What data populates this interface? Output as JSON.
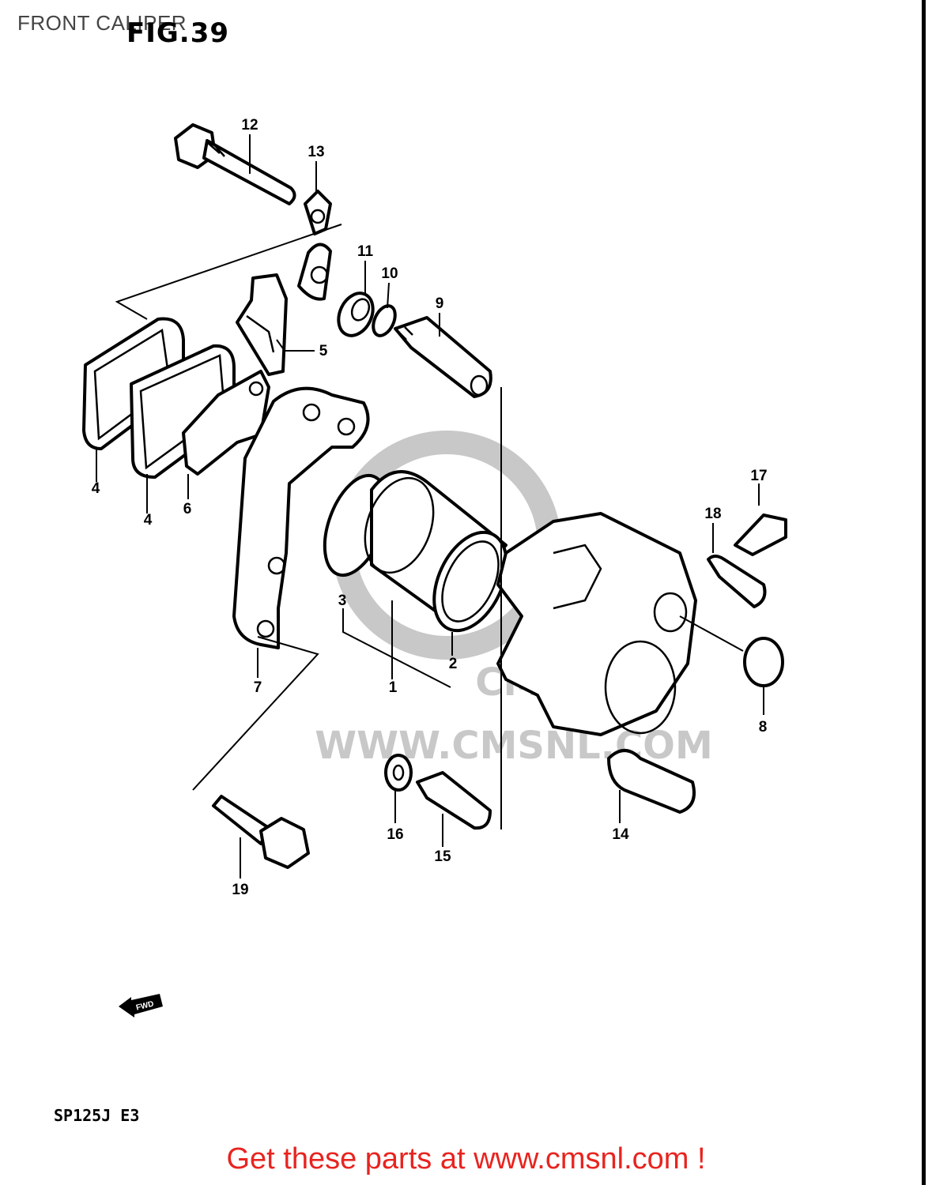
{
  "header": {
    "title": "FRONT CALIPER",
    "figure": "FIG.39"
  },
  "model_code": "SP125J E3",
  "footer_link": "Get these parts at www.cmsnl.com !",
  "watermark": {
    "text": "WWW.CMSNL.COM",
    "brand": "CMS"
  },
  "direction_marker": "FWD",
  "callouts": [
    "1",
    "2",
    "3",
    "4",
    "4",
    "5",
    "6",
    "7",
    "8",
    "9",
    "10",
    "11",
    "12",
    "13",
    "14",
    "15",
    "16",
    "17",
    "18",
    "19"
  ],
  "colors": {
    "footer_text": "#e8241f",
    "watermark": "#c8c8c8",
    "line_art": "#000000"
  }
}
